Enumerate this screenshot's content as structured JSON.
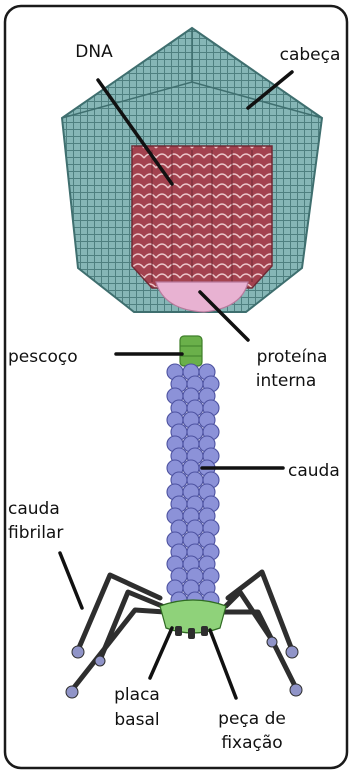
{
  "labels": {
    "dna": "DNA",
    "head": "cabeça",
    "collar": "pescoço",
    "internal_protein_line1": "proteína",
    "internal_protein_line2": "interna",
    "tail": "cauda",
    "tail_fiber_line1": "cauda",
    "tail_fiber_line2": "fibrilar",
    "base_plate_line1": "placa",
    "base_plate_line2": "basal",
    "anchor_pin_line1": "peça de",
    "anchor_pin_line2": "fixação"
  },
  "colors": {
    "frame": "#1a1a1a",
    "capsid": "#7fb0b0",
    "capsid_dark": "#4f8080",
    "dna": "#9e3f4c",
    "dna_light": "#e7c0c4",
    "internal_protein": "#e8b2d2",
    "collar": "#6ab04a",
    "tail": "#8c92d8",
    "tail_dark": "#4d52a0",
    "base_plate": "#8fd27a",
    "fiber": "#3a3a3a",
    "fiber_foot": "#9094c8"
  }
}
